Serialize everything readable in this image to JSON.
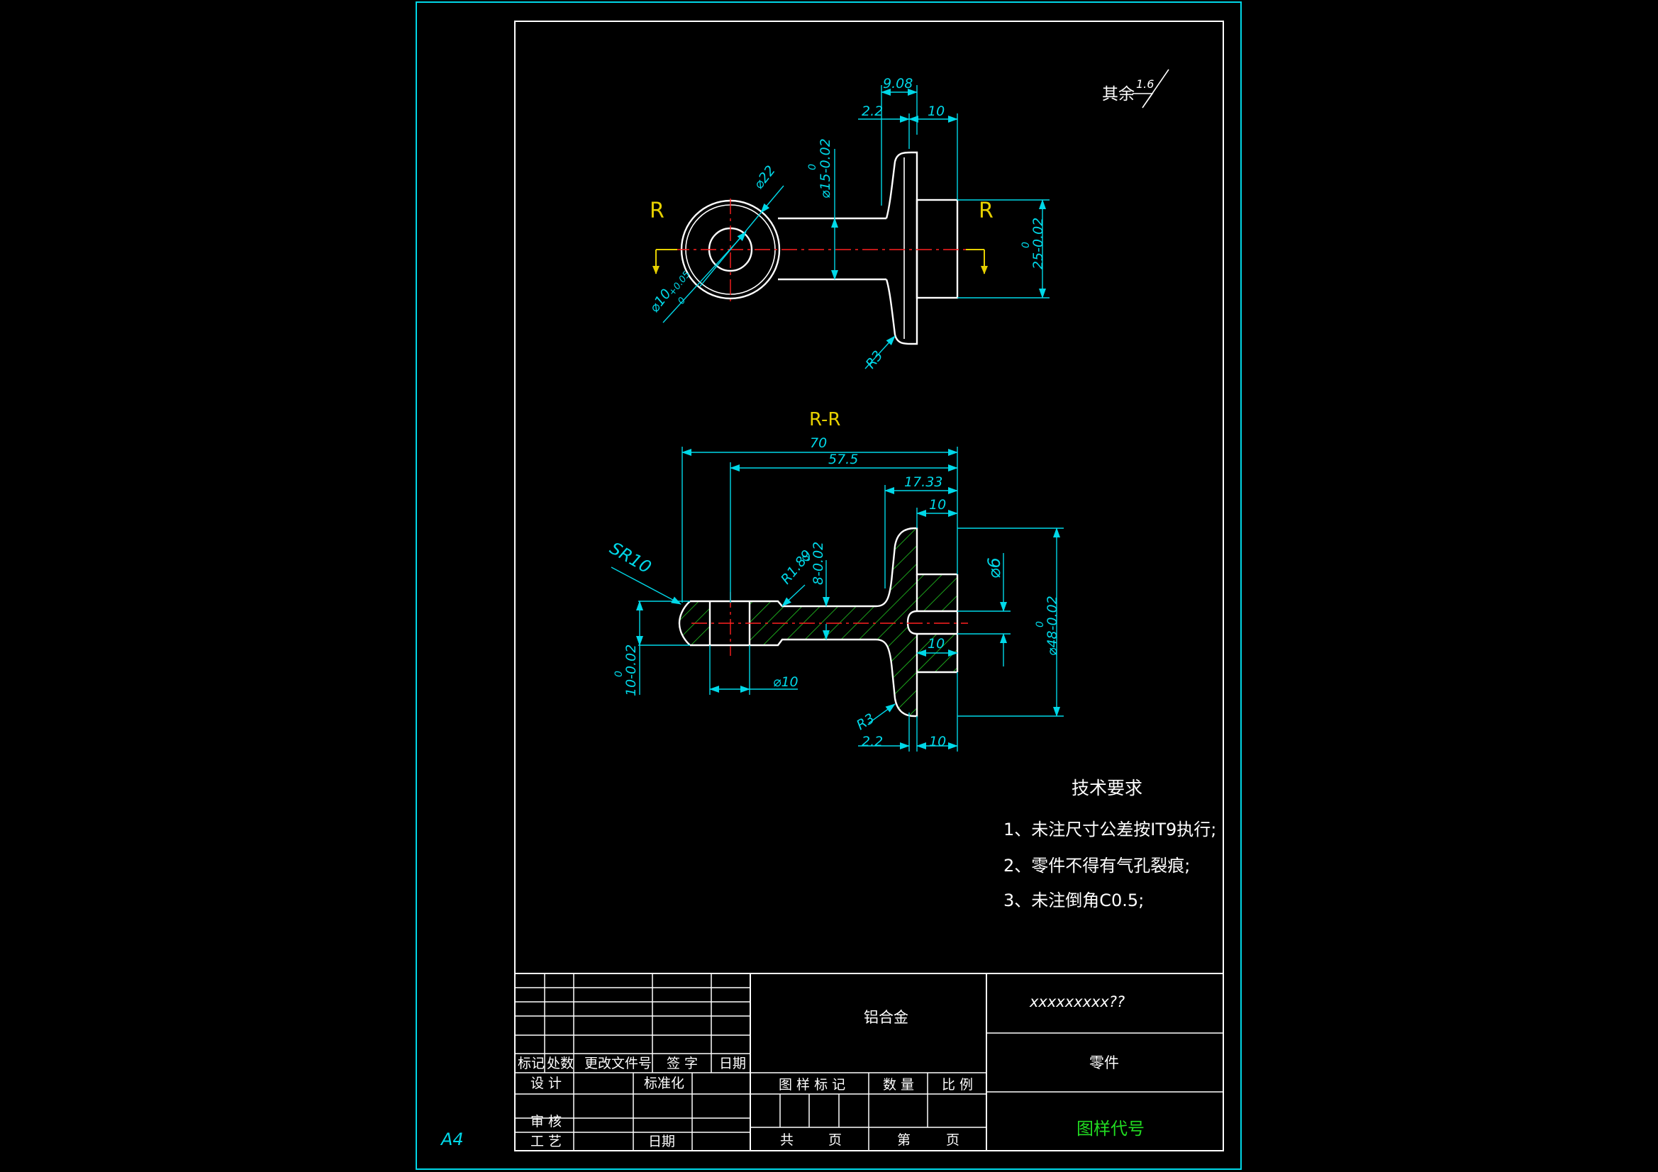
{
  "colors": {
    "background": "#000000",
    "outline": "#ffffff",
    "dimension": "#00d8e8",
    "section_label": "#e6d000",
    "centerline": "#ff2020",
    "hatch": "#22cc22",
    "drawing_code": "#22dd22"
  },
  "sheet": {
    "size_label": "A4"
  },
  "views": {
    "front": {
      "section_mark_left": "R",
      "section_mark_right": "R",
      "dims": {
        "d_9_08": "9.08",
        "d_2_2": "2.2",
        "d_10": "10",
        "d_phi22": "⌀22",
        "d_phi15": "⌀15-0.02",
        "d_phi15_up": "0",
        "d_25": "25-0.02",
        "d_25_up": "0",
        "d_phi10": "⌀10",
        "d_phi10_tol": "+0.05",
        "d_phi10_tol2": "0",
        "d_r3": "R3"
      }
    },
    "section": {
      "title": "R-R",
      "dims": {
        "d_70": "70",
        "d_57_5": "57.5",
        "d_17_33": "17.33",
        "d_10_top": "10",
        "d_sr10": "SR10",
        "d_r1_89": "R1.89",
        "d_8": "8-0.02",
        "d_8_up": "0",
        "d_phi6": "⌀6",
        "d_phi48": "⌀48-0.02",
        "d_phi48_up": "0",
        "d_10_mid": "10",
        "d_10_left": "10-0.02",
        "d_10_left_up": "0",
        "d_phi10": "⌀10",
        "d_r3": "R3",
        "d_2_2": "2.2",
        "d_10_bottom": "10"
      }
    }
  },
  "roughness": {
    "label": "其余",
    "value": "1.6"
  },
  "tech_requirements": {
    "title": "技术要求",
    "items": [
      "1、未注尺寸公差按IT9执行;",
      "2、零件不得有气孔裂痕;",
      "3、未注倒角C0.5;"
    ]
  },
  "title_block": {
    "material": "铝合金",
    "company": "xxxxxxxxx??",
    "part_name": "零件",
    "drawing_code": "图样代号",
    "rev_headers": [
      "标记",
      "处数",
      "更改文件号",
      "签 字",
      "日期"
    ],
    "labels": {
      "design": "设 计",
      "standardize": "标准化",
      "review": "审 核",
      "process": "工 艺",
      "date": "日期",
      "drawing_mark": "图 样 标 记",
      "quantity": "数 量",
      "scale": "比 例",
      "total": "共",
      "page1": "页",
      "sheet_no": "第",
      "page2": "页"
    }
  }
}
